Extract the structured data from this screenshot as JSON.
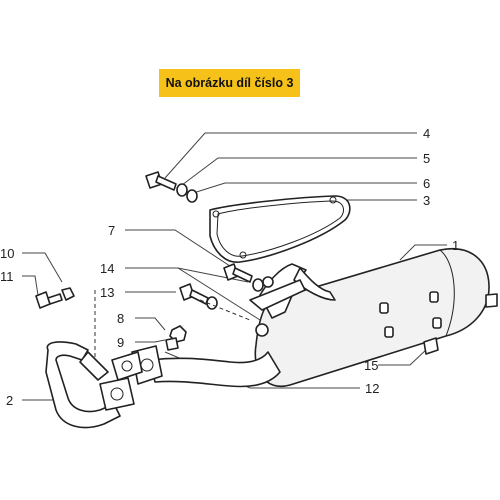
{
  "banner": {
    "text": "Na obrázku díl číslo 3",
    "color": "#f6c21a"
  },
  "callouts": {
    "n1": "1",
    "n2": "2",
    "n3": "3",
    "n4": "4",
    "n5": "5",
    "n6": "6",
    "n7": "7",
    "n8": "8",
    "n9": "9",
    "n10": "10",
    "n11": "11",
    "n12": "12",
    "n13": "13",
    "n14": "14",
    "n15": "15"
  }
}
